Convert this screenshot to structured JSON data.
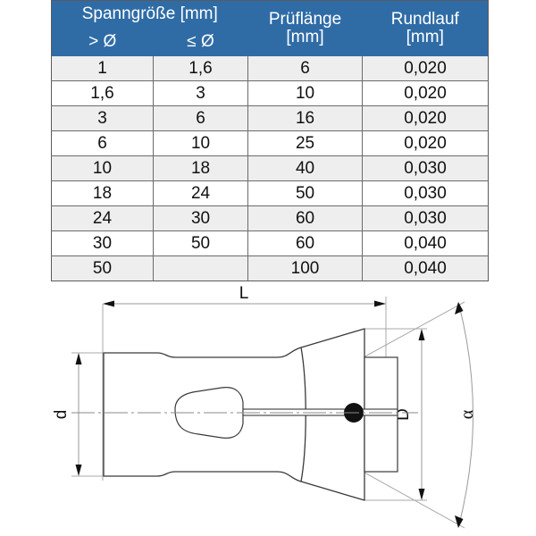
{
  "table": {
    "header": {
      "group_label": "Spanngröße [mm]",
      "sub_left": "> Ø",
      "sub_right": "≤ Ø",
      "col3_line1": "Prüflänge",
      "col3_line2": "[mm]",
      "col4_line1": "Rundlauf",
      "col4_line2": "[mm]"
    },
    "columns": [
      "> Ø",
      "≤ Ø",
      "Prüflänge [mm]",
      "Rundlauf [mm]"
    ],
    "rows": [
      [
        "1",
        "1,6",
        "6",
        "0,020"
      ],
      [
        "1,6",
        "3",
        "10",
        "0,020"
      ],
      [
        "3",
        "6",
        "16",
        "0,020"
      ],
      [
        "6",
        "10",
        "25",
        "0,020"
      ],
      [
        "10",
        "18",
        "40",
        "0,030"
      ],
      [
        "18",
        "24",
        "50",
        "0,030"
      ],
      [
        "24",
        "30",
        "60",
        "0,030"
      ],
      [
        "30",
        "50",
        "60",
        "0,040"
      ],
      [
        "50",
        "",
        "100",
        "0,040"
      ]
    ]
  },
  "drawing": {
    "title": "collet-technical-drawing",
    "dimensions": {
      "length": "L",
      "small_diameter": "d",
      "large_diameter": "D",
      "taper_angle": "α"
    }
  },
  "colors": {
    "header_blue": "#2f6ca6",
    "header_blue_dark": "#13385e",
    "row_stripe": "#eeeeee",
    "row_plain": "#ffffff",
    "border_gray": "#6b6b6b",
    "line_black": "#1a1a1a",
    "dim_line_gray": "#9a9a9a"
  }
}
